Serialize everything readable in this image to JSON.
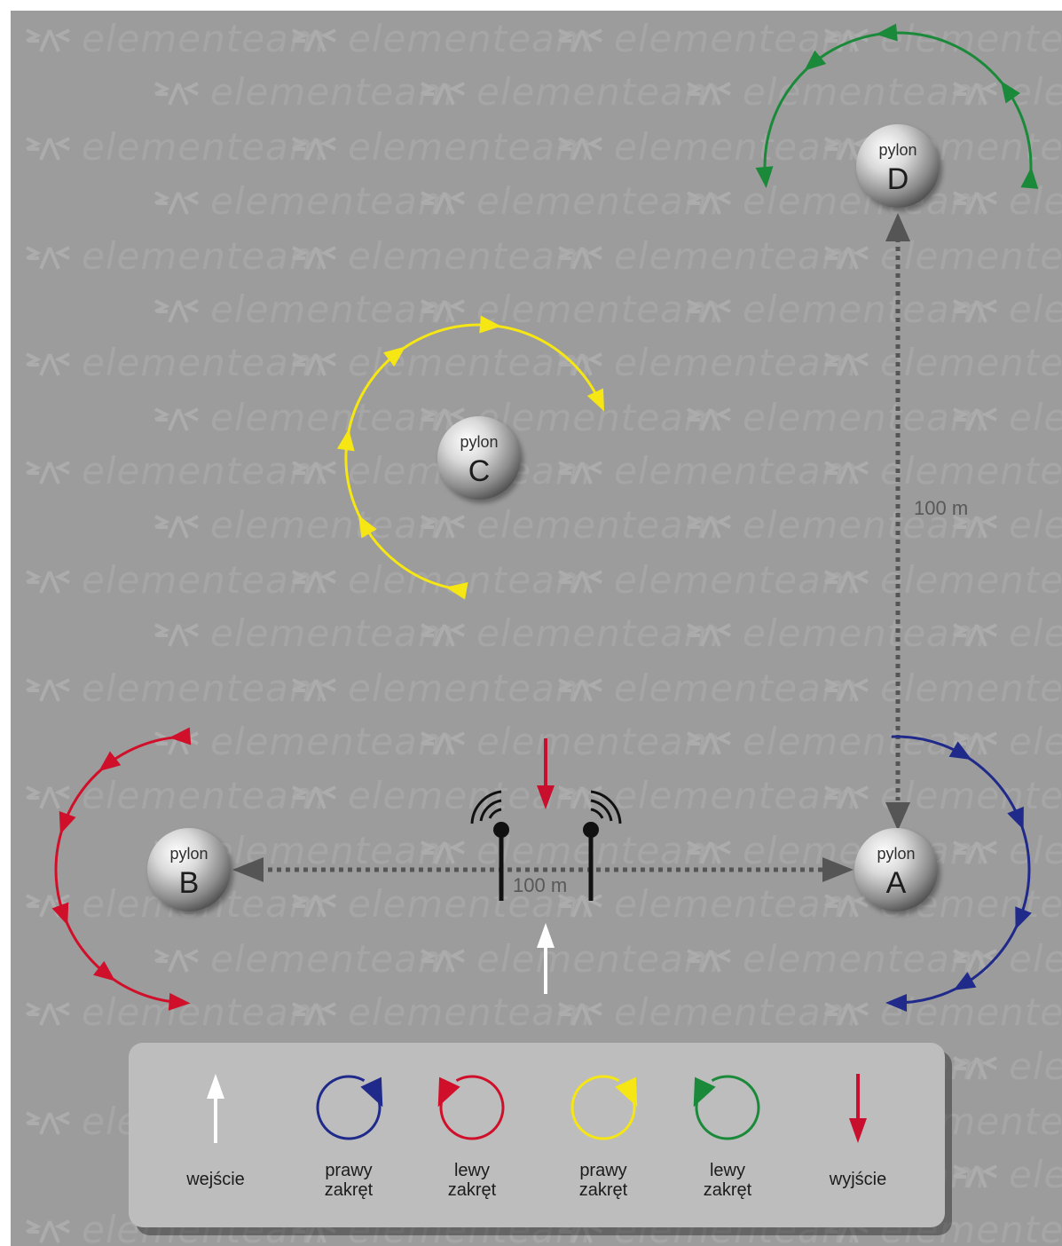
{
  "watermark": {
    "text": "elementeam"
  },
  "colors": {
    "background": "#9c9c9c",
    "legend_bg": "#bdbdbd",
    "right_turn_blue": "#1f2a8a",
    "left_turn_red": "#d0102a",
    "right_turn_yellow": "#f5e614",
    "left_turn_green": "#1a8a3a",
    "entry_white": "#ffffff",
    "exit_red": "#c8102e",
    "distance_line": "#555555"
  },
  "pylons": [
    {
      "id": "A",
      "caption": "pylon",
      "letter": "A"
    },
    {
      "id": "B",
      "caption": "pylon",
      "letter": "B"
    },
    {
      "id": "C",
      "caption": "pylon",
      "letter": "C"
    },
    {
      "id": "D",
      "caption": "pylon",
      "letter": "D"
    }
  ],
  "distances": {
    "a_to_b": "100 m",
    "a_to_d": "100 m"
  },
  "legend": [
    {
      "key": "entry",
      "icon": "arrow-up-white-icon",
      "lines": [
        "wejście"
      ]
    },
    {
      "key": "right-turn-blue",
      "icon": "clockwise-blue-icon",
      "lines": [
        "prawy",
        "zakręt"
      ]
    },
    {
      "key": "left-turn-red",
      "icon": "counterclockwise-red-icon",
      "lines": [
        "lewy",
        "zakręt"
      ]
    },
    {
      "key": "right-turn-yellow",
      "icon": "clockwise-yellow-icon",
      "lines": [
        "prawy",
        "zakręt"
      ]
    },
    {
      "key": "left-turn-green",
      "icon": "counterclockwise-green-icon",
      "lines": [
        "lewy",
        "zakręt"
      ]
    },
    {
      "key": "exit",
      "icon": "arrow-down-red-icon",
      "lines": [
        "wyjście"
      ]
    }
  ]
}
